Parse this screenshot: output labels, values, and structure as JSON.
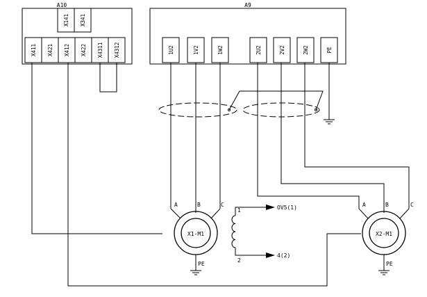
{
  "blocks": {
    "a10": {
      "title": "A10",
      "top_terminals": [
        "X141",
        "X341"
      ],
      "terminals": [
        "X411",
        "X421",
        "X412",
        "X422",
        "X4311",
        "X4312"
      ]
    },
    "a9": {
      "title": "A9",
      "terminals": [
        "1U2",
        "1V2",
        "1W2",
        "2U2",
        "2V2",
        "2W2",
        "PE"
      ]
    }
  },
  "motors": [
    {
      "label": "X1-M1",
      "phases": [
        "A",
        "B",
        "C"
      ],
      "pe": "PE"
    },
    {
      "label": "X2-M1",
      "phases": [
        "A",
        "B",
        "C"
      ],
      "pe": "PE"
    }
  ],
  "coil": {
    "pin_top": "1",
    "pin_bottom": "2",
    "out_top": "OV5(1)",
    "out_bottom": "4(2)"
  }
}
